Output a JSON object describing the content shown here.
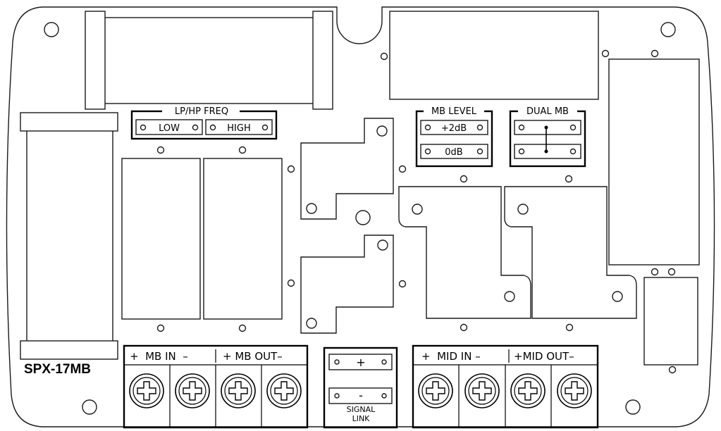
{
  "board": {
    "model": "SPX-17MB",
    "freq_switch": {
      "title": "LP/HP FREQ",
      "options": [
        "LOW",
        "HIGH"
      ]
    },
    "level_switch": {
      "title": "MB LEVEL",
      "options": [
        "+2dB",
        "0dB"
      ]
    },
    "dual_switch": {
      "title": "DUAL MB"
    },
    "terminals": {
      "mb": {
        "in": "+  MB IN  –",
        "out": "+ MB OUT–"
      },
      "mid": {
        "in": "+  MID IN –",
        "out": "+MID OUT–"
      }
    },
    "signal_link": {
      "plus": "+",
      "minus": "-",
      "label_line1": "SIGNAL",
      "label_line2": "LINK"
    }
  }
}
